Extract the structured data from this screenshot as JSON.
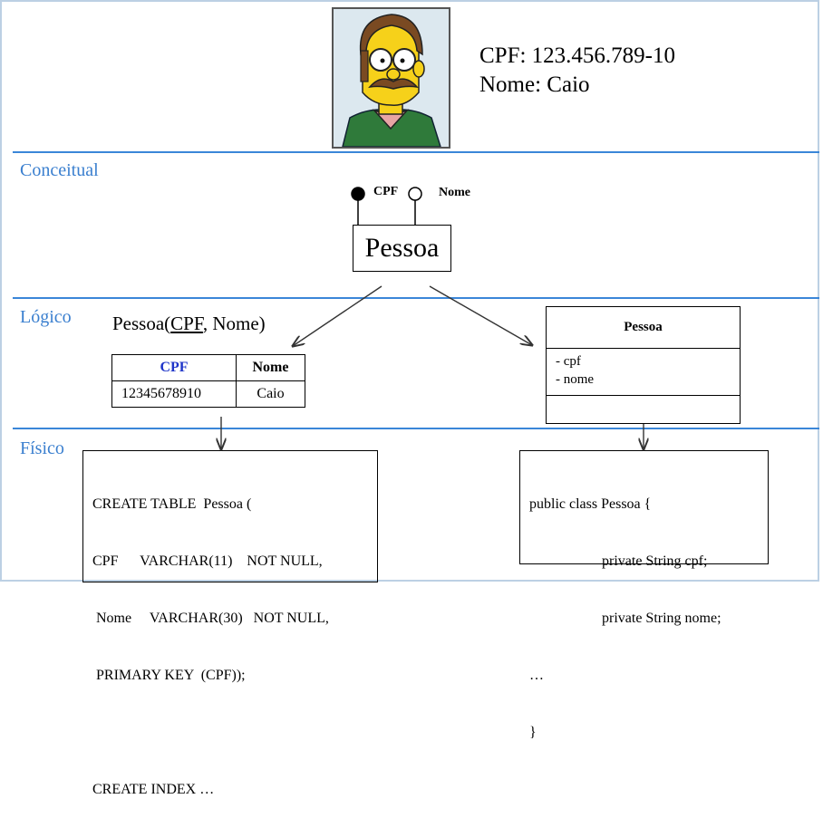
{
  "person": {
    "cpf_line": "CPF: 123.456.789-10",
    "name_line": "Nome: Caio"
  },
  "sections": {
    "conceitual": "Conceitual",
    "logico": "Lógico",
    "fisico": "Físico"
  },
  "conceptual": {
    "entity": "Pessoa",
    "attr_cpf": "CPF",
    "attr_nome": "Nome"
  },
  "logical": {
    "relation_name": "Pessoa(",
    "relation_pk": "CPF",
    "relation_rest": ", Nome)",
    "table_headers": [
      "CPF",
      "Nome"
    ],
    "table_row": [
      "12345678910",
      "Caio"
    ],
    "class_name": "Pessoa",
    "class_attrs": [
      "- cpf",
      "- nome"
    ]
  },
  "physical": {
    "sql": [
      "CREATE TABLE  Pessoa (",
      "CPF      VARCHAR(11)    NOT NULL,",
      " Nome     VARCHAR(30)   NOT NULL,",
      " PRIMARY KEY  (CPF));",
      "",
      "CREATE INDEX …"
    ],
    "java": [
      "public class Pessoa {",
      "                    private String cpf;",
      "                    private String nome;",
      "…",
      "}"
    ]
  },
  "colors": {
    "section_label": "#3a7fcf",
    "divider": "#3a86d8",
    "pk_header": "#1f35c9"
  }
}
